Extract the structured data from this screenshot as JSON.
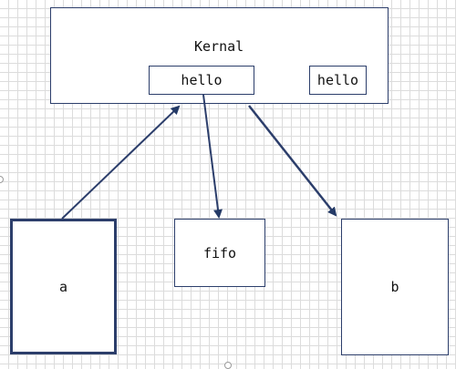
{
  "kernel": {
    "title": "Kernal",
    "buffer_left_label": "hello",
    "buffer_right_label": "hello"
  },
  "process_a": {
    "label": "a"
  },
  "fifo": {
    "label": "fifo"
  },
  "process_b": {
    "label": "b"
  },
  "edges": [
    {
      "from": "process_a",
      "to": "kernel-buffer-left"
    },
    {
      "from": "kernel-buffer-left",
      "to": "fifo"
    },
    {
      "from": "kernel-buffer-left",
      "to": "process_b"
    }
  ],
  "colors": {
    "stroke": "#2c3e6b",
    "grid": "#dcdcdc",
    "background": "#ffffff"
  }
}
